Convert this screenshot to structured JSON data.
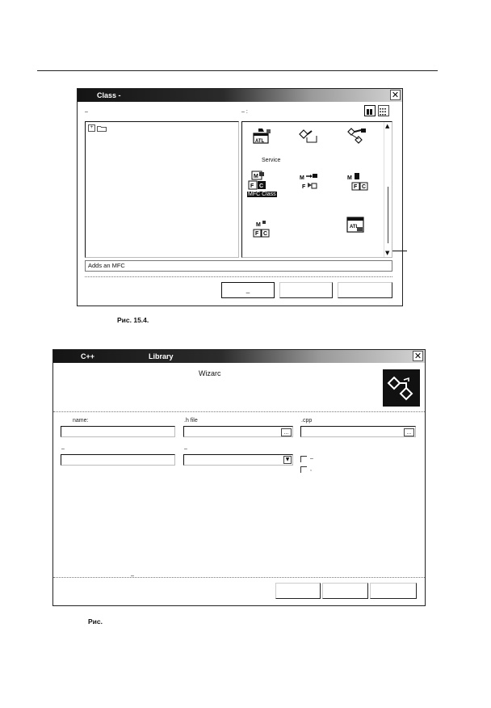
{
  "dialog1": {
    "title": "Class -",
    "group_label_left": "–",
    "group_label_right": "– :",
    "tree_item": "+",
    "items": [
      {
        "label": "",
        "icon": "atl-icon"
      },
      {
        "label": "",
        "icon": "service-icon"
      },
      {
        "label": "",
        "icon": "diagram-icon"
      },
      {
        "label": "Service",
        "icon": ""
      },
      {
        "label": "MFC Class",
        "icon": "mfc-class-icon",
        "selected": true
      },
      {
        "label": "",
        "icon": "mfc-arrow-icon"
      },
      {
        "label": "",
        "icon": "mfc-doc-icon"
      },
      {
        "label": "",
        "icon": "mfc-small-icon"
      },
      {
        "label": "",
        "icon": "atl-dialog-icon"
      }
    ],
    "description": "Adds an MFC",
    "buttons": {
      "ok": "_",
      "cancel": "",
      "help": ""
    }
  },
  "caption1": "Рис. 15.4.",
  "dialog2": {
    "title_left": "C++",
    "title_right": "Library",
    "wizard_title": "Wizarc",
    "field_name_label": "name:",
    "field_h_label": ".h file",
    "field_cpp_label": ".cpp",
    "dropdown1_label": "–",
    "dropdown2_label": "–",
    "check1_label": "–",
    "check2_label": ",",
    "browse_label": "...",
    "separator_mark": "–",
    "buttons": {
      "finish": "",
      "cancel": "",
      "help": ""
    }
  },
  "caption2": "Рис."
}
